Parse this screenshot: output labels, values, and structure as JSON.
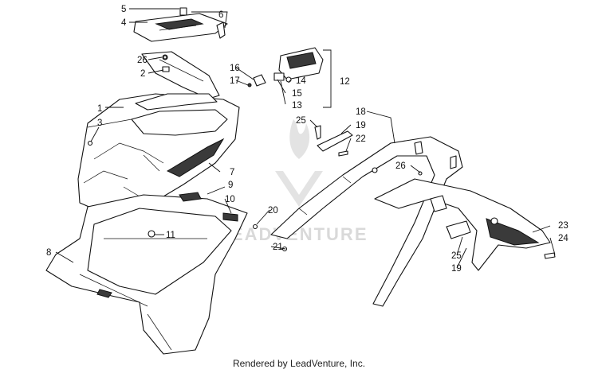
{
  "watermark": "LEADVENTURE",
  "footer": "Rendered by LeadVenture, Inc.",
  "callouts": {
    "c5": "5",
    "c4": "4",
    "c6": "6",
    "c26a": "26",
    "c2": "2",
    "c1": "1",
    "c3": "3",
    "c7": "7",
    "c9": "9",
    "c10": "10",
    "c11": "11",
    "c8": "8",
    "c20": "20",
    "c21": "21",
    "c16": "16",
    "c17": "17",
    "c14": "14",
    "c15": "15",
    "c13": "13",
    "c12": "12",
    "c25a": "25",
    "c19a": "19",
    "c18": "18",
    "c22": "22",
    "c26b": "26",
    "c23": "23",
    "c24": "24",
    "c25b": "25",
    "c19b": "19"
  }
}
